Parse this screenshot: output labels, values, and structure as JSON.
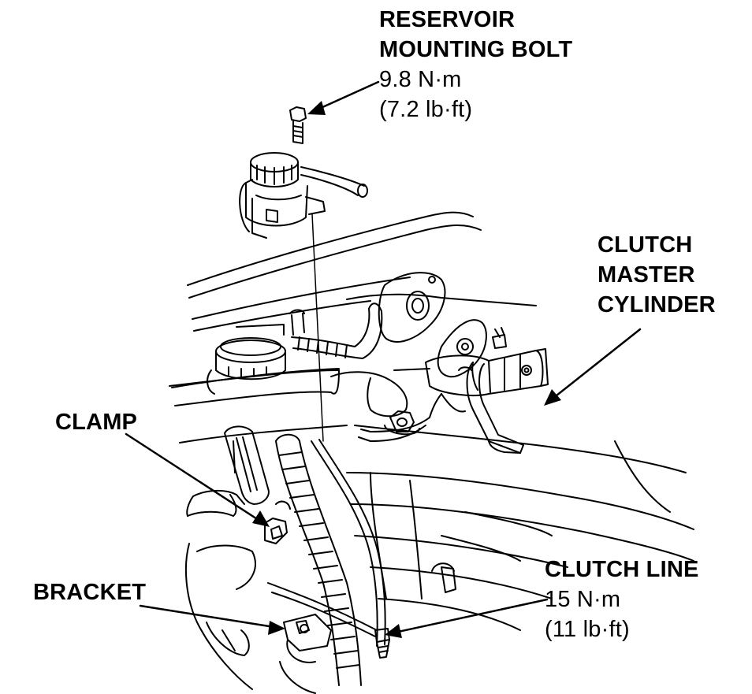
{
  "labels": {
    "reservoir_bolt": {
      "title_line1": "RESERVOIR",
      "title_line2": "MOUNTING BOLT",
      "torque_nm": "9.8 N·m",
      "torque_lbft": "(7.2 lb·ft)"
    },
    "clutch_master_cylinder": {
      "line1": "CLUTCH",
      "line2": "MASTER",
      "line3": "CYLINDER"
    },
    "clamp": "CLAMP",
    "bracket": "BRACKET",
    "clutch_line": {
      "title": "CLUTCH LINE",
      "torque_nm": "15 N·m",
      "torque_lbft": "(11 lb·ft)"
    }
  },
  "colors": {
    "line": "#000000",
    "background": "#ffffff"
  }
}
